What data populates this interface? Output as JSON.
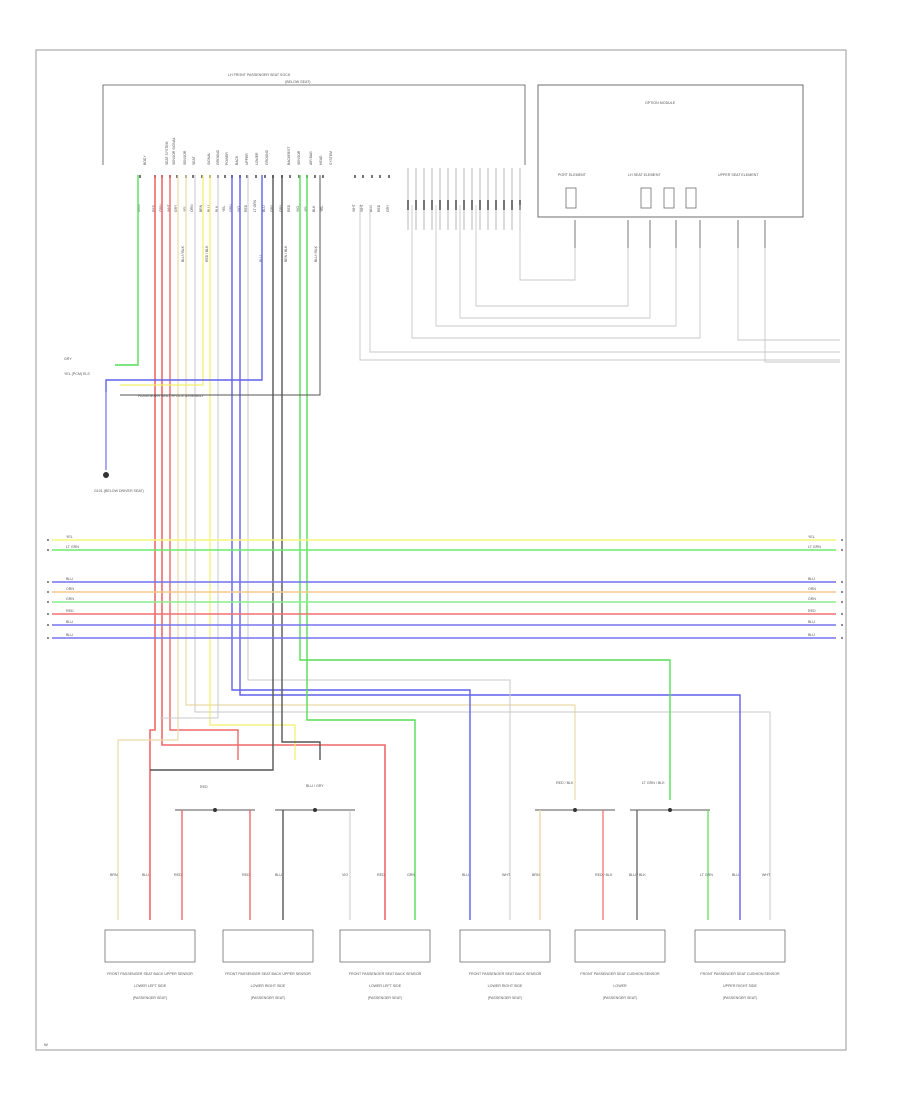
{
  "page_code": "W",
  "header": {
    "harness_label": "LH FRONT PASSENGER SEAT SOCK",
    "harness_sub": "(BELOW SEAT)",
    "module_title": "OPTION MODULE"
  },
  "module_sections": [
    "PORT ELEMENT",
    "LH SEAT ELEMENT",
    "UPPER SEAT ELEMENT"
  ],
  "ground_label": "G101 (BELOW DRIVER SEAT)",
  "splice_labels": [
    "GRY",
    "YEL (PCM) ELS",
    "PASSENGER SEAT SPLICE ASSEMBLY"
  ],
  "connector_pins": [
    "GRN",
    "RED",
    "GRN",
    "WHT",
    "GRY",
    "YEL",
    "ORN",
    "BRN",
    "BLU",
    "BLK",
    "YEL",
    "GRN",
    "VIO",
    "RED",
    "LT GRN",
    "BLU",
    "GRY",
    "GRY",
    "RED",
    "VIO",
    "YEL",
    "BLK",
    "YEL",
    "WHT",
    "WHT",
    "BLU",
    "RED",
    "GRY"
  ],
  "pin_top_labels": [
    "BODY",
    "SEAT SYSTEM",
    "SENSOR SIGNAL",
    "SENSOR",
    "SEAT",
    "SIGNAL",
    "GROUND",
    "POWER",
    "BACK",
    "UPPER",
    "LOWER",
    "GROUND",
    "BACKREST",
    "SENSOR",
    "AIR BAG",
    "HEAD",
    "SYSTEM",
    "SIGNAL"
  ],
  "bus_wires": [
    {
      "left": "YEL",
      "right": "YEL",
      "color": "#f5f57a"
    },
    {
      "left": "LT GRN",
      "right": "LT GRN",
      "color": "#66ee66"
    },
    {
      "left": "BLU",
      "right": "BLU",
      "color": "#7070ee"
    },
    {
      "left": "ORN",
      "right": "ORN",
      "color": "#f5c98a"
    },
    {
      "left": "GRN",
      "right": "GRN",
      "color": "#88ee88"
    },
    {
      "left": "RED",
      "right": "RED",
      "color": "#f07070"
    },
    {
      "left": "BLU",
      "right": "BLU",
      "color": "#7777f0"
    },
    {
      "left": "BLU",
      "right": "BLU",
      "color": "#7777f0"
    }
  ],
  "splice_tags": [
    "RED",
    "BLU / GRY",
    "RED / BLK",
    "LT GRN / BLK"
  ],
  "bottom_wire_labels": [
    "BRN",
    "BLU",
    "RED",
    "RED",
    "BLU",
    "VIO",
    "RED",
    "GRN",
    "BLU",
    "WHT",
    "BRN",
    "RED / BLK",
    "BLU / BLK",
    "LT GRN",
    "BLU",
    "WHT"
  ],
  "components": [
    {
      "name": "FRONT PASSENGER SEAT BACK UPPER SENSOR",
      "sub": "LOWER LEFT SIDE",
      "loc": "(PASSENGER SEAT)"
    },
    {
      "name": "FRONT PASSENGER SEAT BACK UPPER SENSOR",
      "sub": "LOWER RIGHT SIDE",
      "loc": "(PASSENGER SEAT)"
    },
    {
      "name": "FRONT PASSENGER SEAT BACK SENSOR",
      "sub": "LOWER LEFT SIDE",
      "loc": "(PASSENGER SEAT)"
    },
    {
      "name": "FRONT PASSENGER SEAT BACK SENSOR",
      "sub": "LOWER RIGHT SIDE",
      "loc": "(PASSENGER SEAT)"
    },
    {
      "name": "FRONT PASSENGER SEAT CUSHION SENSOR",
      "sub": "LOWER",
      "loc": "(PASSENGER SEAT)"
    },
    {
      "name": "FRONT PASSENGER SEAT CUSHION SENSOR",
      "sub": "UPPER RIGHT SIDE",
      "loc": "(PASSENGER SEAT)"
    }
  ],
  "colors": {
    "red": "#f06868",
    "green": "#55dd55",
    "blue": "#6060ee",
    "yellow": "#f2ef6a",
    "tan": "#e9d9a8",
    "black": "#555555",
    "gray": "#bdbdbd"
  }
}
